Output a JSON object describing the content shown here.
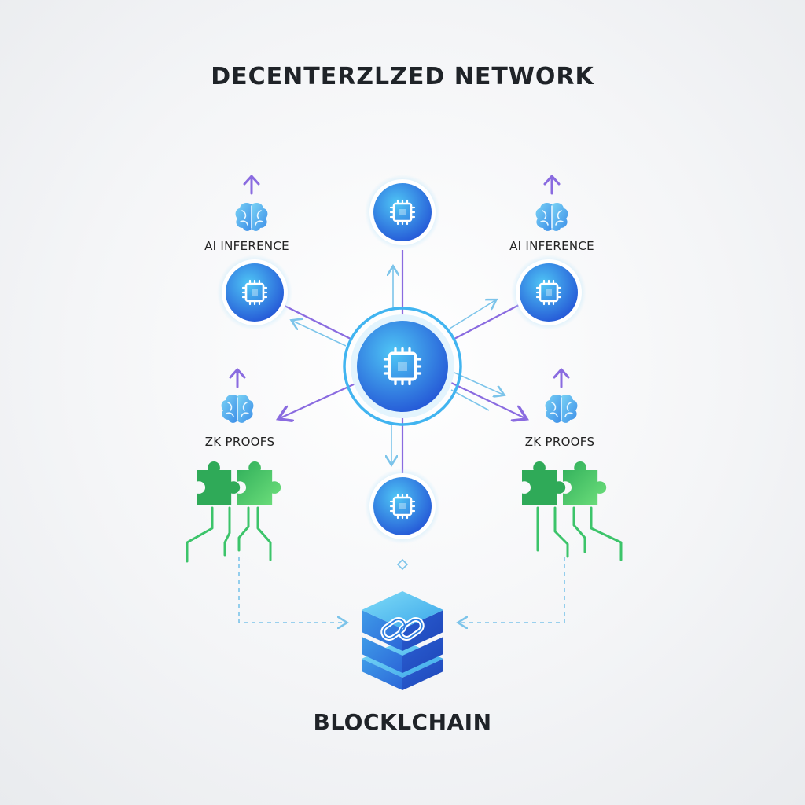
{
  "title": "DECENTERZLZED NETWORK",
  "footer": "BLOCKLCHAIN",
  "labels": {
    "ai_left": "AI INFERENCE",
    "ai_right": "AI INFERENCE",
    "zk_left": "ZK PROOFS",
    "zk_right": "ZK PROOFS"
  },
  "icons": {
    "node": "cpu-chip-icon",
    "ai": "brain-icon",
    "zk": "puzzle-icon",
    "chain": "blockchain-stack-icon"
  },
  "colors": {
    "node_blue": "#2f6fe0",
    "node_light": "#41b4f0",
    "line_purple": "#8a6be0",
    "line_blue": "#7cc4ea",
    "puzzle_green": "#3cc46a",
    "text": "#1f2328"
  }
}
